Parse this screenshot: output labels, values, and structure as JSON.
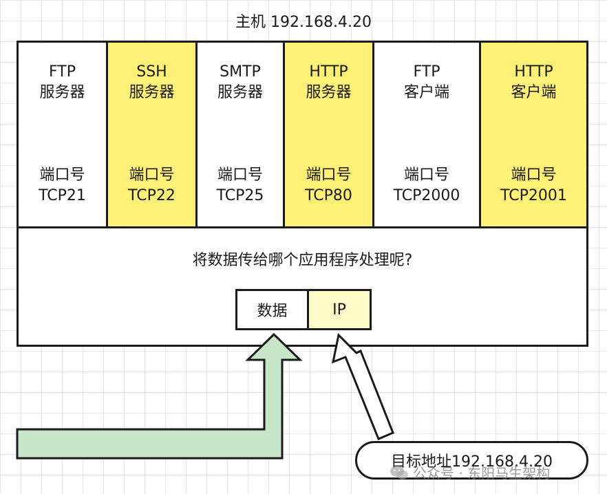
{
  "host_title": "主机 192.168.4.20",
  "apps": [
    {
      "name_line1": "FTP",
      "name_line2": "服务器",
      "port_line1": "端口号",
      "port_line2": "TCP21",
      "highlight": false
    },
    {
      "name_line1": "SSH",
      "name_line2": "服务器",
      "port_line1": "端口号",
      "port_line2": "TCP22",
      "highlight": true
    },
    {
      "name_line1": "SMTP",
      "name_line2": "服务器",
      "port_line1": "端口号",
      "port_line2": "TCP25",
      "highlight": false
    },
    {
      "name_line1": "HTTP",
      "name_line2": "服务器",
      "port_line1": "端口号",
      "port_line2": "TCP80",
      "highlight": true
    },
    {
      "name_line1": "FTP",
      "name_line2": "客户端",
      "port_line1": "端口号",
      "port_line2": "TCP2000",
      "highlight": false
    },
    {
      "name_line1": "HTTP",
      "name_line2": "客户端",
      "port_line1": "端口号",
      "port_line2": "TCP2001",
      "highlight": true
    }
  ],
  "question": "将数据传给哪个应用程序处理呢?",
  "packet": {
    "data_label": "数据",
    "ip_label": "IP"
  },
  "destination_label": "目标地址192.168.4.20",
  "watermark": "公众号 · 东阳马生架构",
  "colors": {
    "highlight": "#fff176",
    "ip_fill": "#fffac8",
    "green_arrow": "#c8e6c9",
    "border": "#1a1a1a",
    "grid": "#e6e6e6"
  },
  "icons": [
    "wechat-icon"
  ]
}
